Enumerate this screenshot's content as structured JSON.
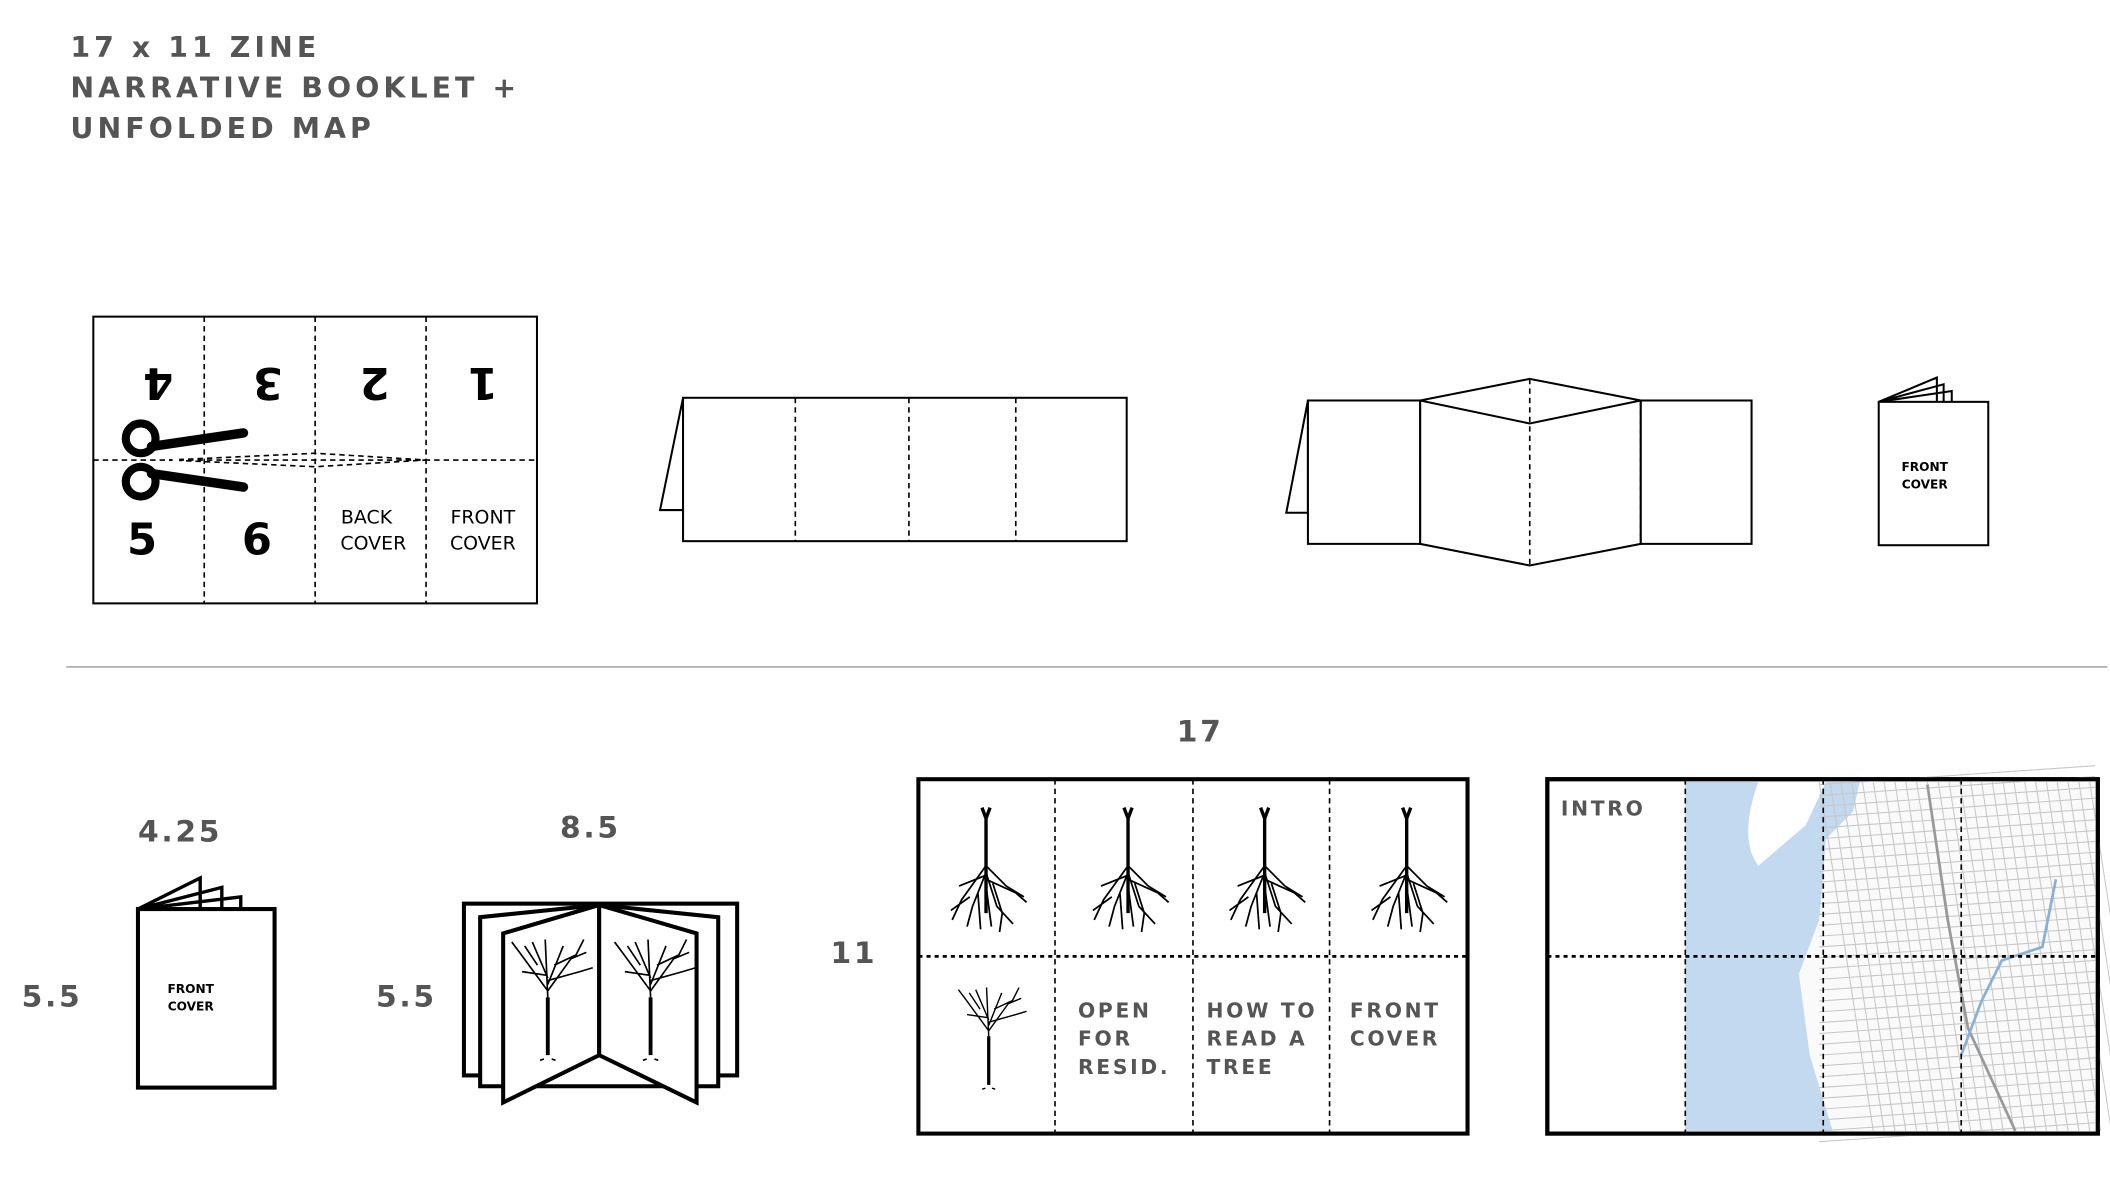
{
  "title": {
    "line1": "17 x 11 ZINE",
    "line2": "NARRATIVE BOOKLET +",
    "line3": "UNFOLDED MAP"
  },
  "cut_sheet": {
    "pages_top": [
      "4",
      "3",
      "2",
      "1"
    ],
    "pages_bottom": [
      "5",
      "6"
    ],
    "back_cover": [
      "BACK",
      "COVER"
    ],
    "front_cover": [
      "FRONT",
      "COVER"
    ]
  },
  "folded_booklet": {
    "cover": [
      "FRONT",
      "COVER"
    ]
  },
  "small_booklet": {
    "width": "4.25",
    "height": "5.5",
    "cover": [
      "FRONT",
      "COVER"
    ]
  },
  "open_booklet": {
    "width": "8.5",
    "height": "5.5"
  },
  "zine_sheet": {
    "width": "17",
    "height": "11",
    "cells": [
      [
        "OPEN",
        "FOR",
        "RESID."
      ],
      [
        "HOW TO",
        "READ A",
        "TREE"
      ],
      [
        "FRONT",
        "COVER"
      ]
    ]
  },
  "map_sheet": {
    "intro": "INTRO",
    "water_color": "#c2d9ef",
    "street_color": "#c8c8c8"
  }
}
